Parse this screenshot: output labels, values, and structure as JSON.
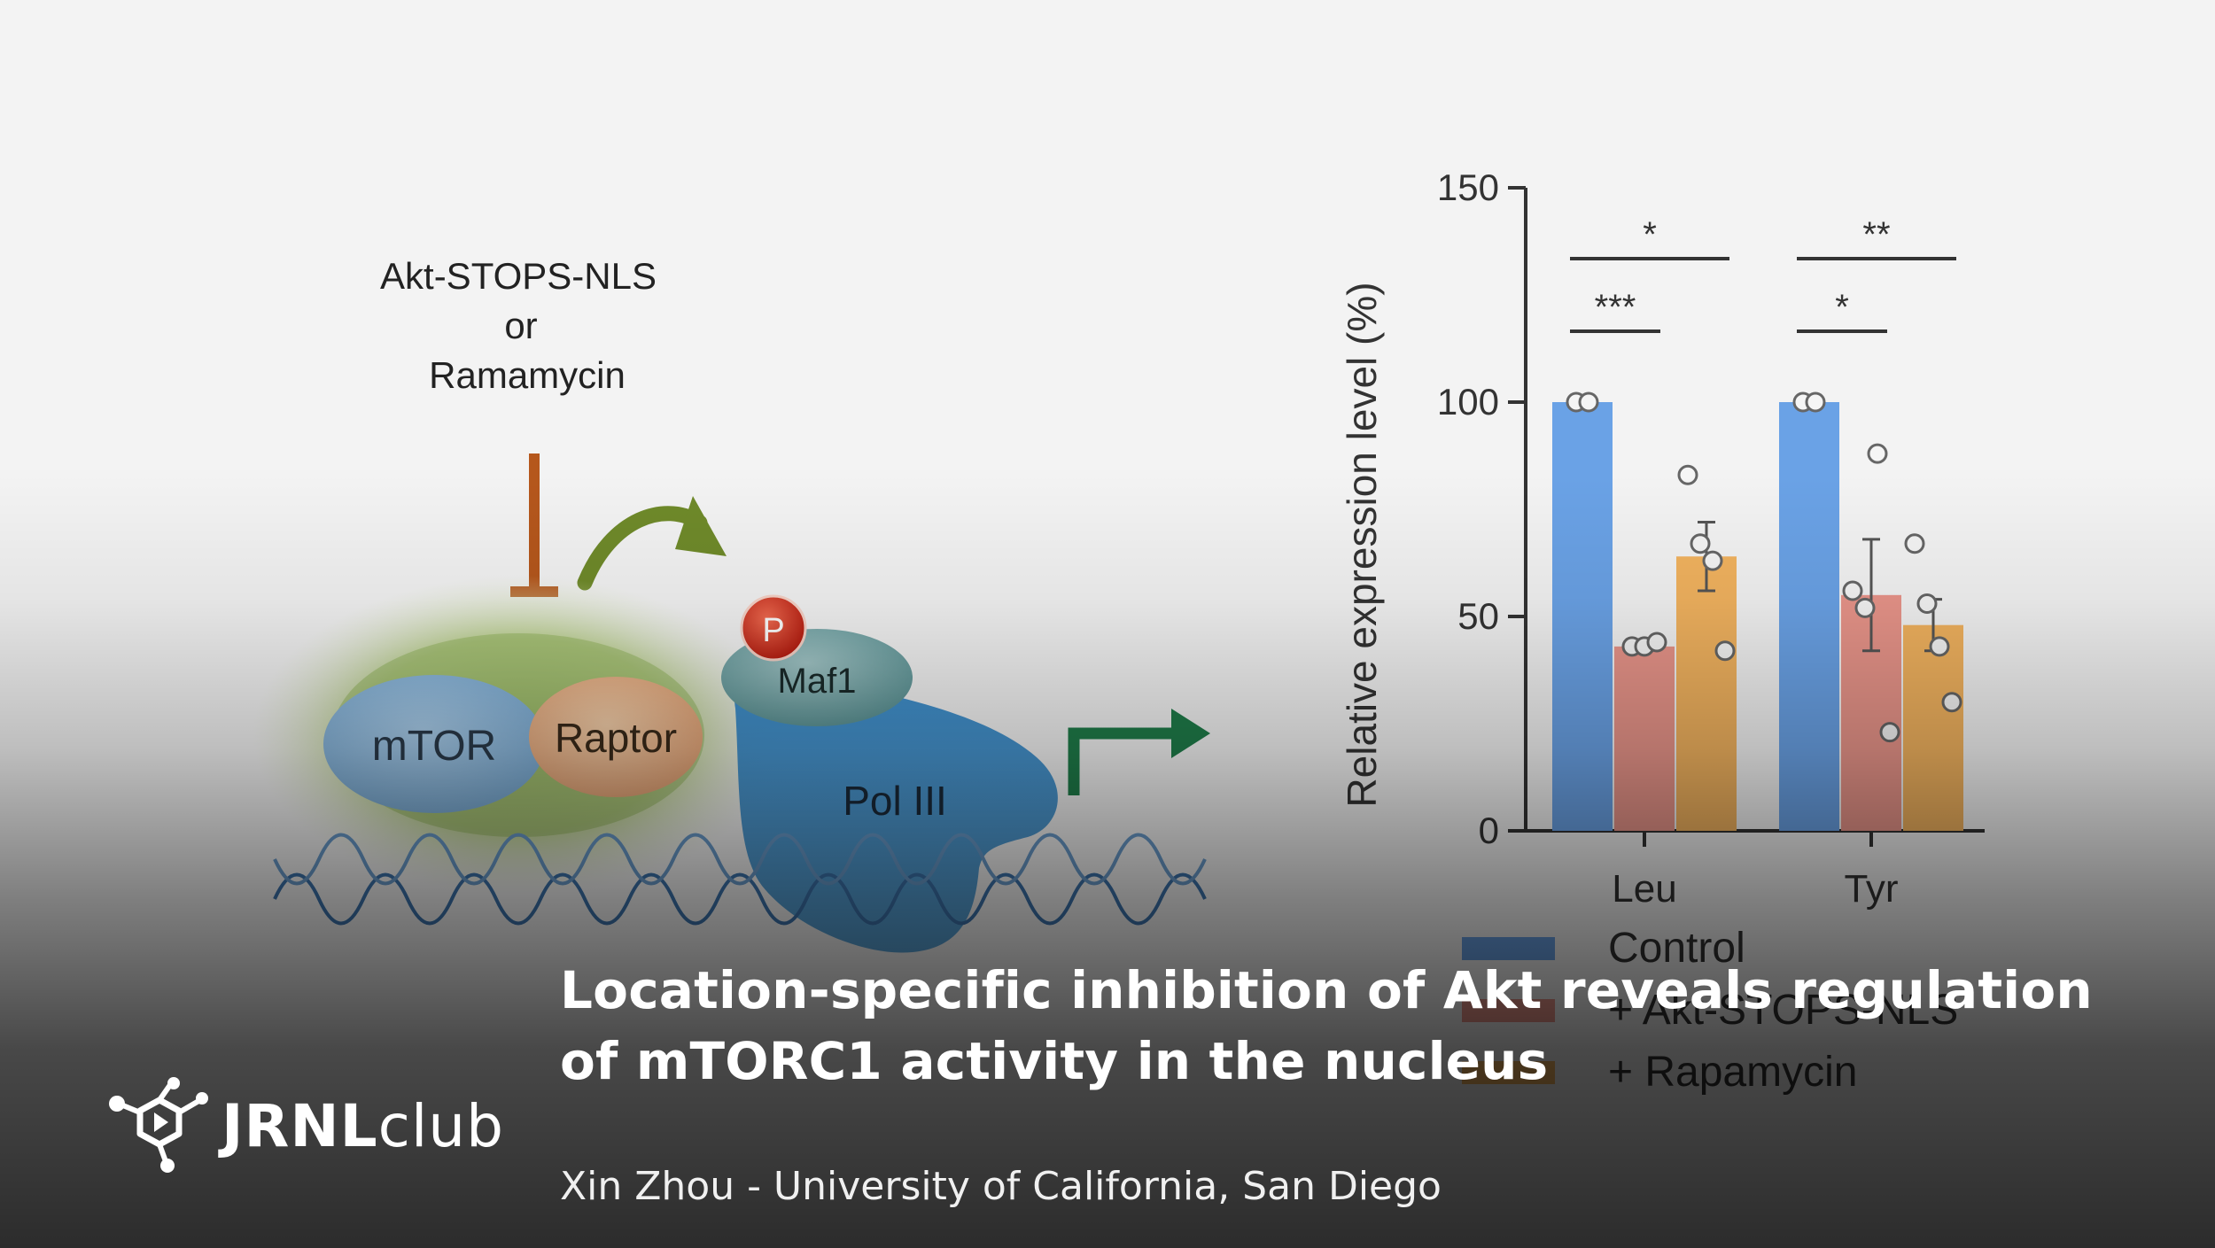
{
  "diagram": {
    "inhibitor_line1": "Akt-STOPS-NLS",
    "inhibitor_line2": "or",
    "inhibitor_line3": "Ramamycin",
    "mtor_label": "mTOR",
    "raptor_label": "Raptor",
    "phospho_label": "P",
    "maf1_label": "Maf1",
    "pol3_label": "Pol III"
  },
  "chart_data": {
    "type": "bar",
    "ylabel": "Relative expression level (%)",
    "ylim": [
      0,
      150
    ],
    "yticks": [
      0,
      50,
      100,
      150
    ],
    "categories": [
      "Leu",
      "Tyr"
    ],
    "series": [
      {
        "name": "Control",
        "color": "#6aa2e6",
        "values": [
          100,
          100
        ],
        "errors": [
          0,
          0
        ],
        "points": [
          [
            100,
            100
          ],
          [
            100,
            100
          ]
        ]
      },
      {
        "name": "+ Akt-STOPS-NLS",
        "color": "#e9958a",
        "values": [
          43,
          55
        ],
        "errors": [
          1,
          13
        ],
        "points": [
          [
            43,
            43,
            44
          ],
          [
            56,
            52,
            88,
            23
          ]
        ]
      },
      {
        "name": "+ Rapamycin",
        "color": "#f2b35f",
        "values": [
          64,
          48
        ],
        "errors": [
          8,
          6
        ],
        "points": [
          [
            83,
            67,
            63,
            42
          ],
          [
            67,
            53,
            43,
            30
          ]
        ]
      }
    ],
    "significance": [
      {
        "category": "Leu",
        "label": "*",
        "level": "upper"
      },
      {
        "category": "Leu",
        "label": "***",
        "level": "lower"
      },
      {
        "category": "Tyr",
        "label": "**",
        "level": "upper"
      },
      {
        "category": "Tyr",
        "label": "*",
        "level": "lower"
      }
    ],
    "legend": [
      "Control",
      "+ Akt-STOPS-NLS",
      "+ Rapamycin"
    ]
  },
  "paper": {
    "title_line1": "Location-specific inhibition of Akt reveals regulation",
    "title_line2": "of mTORC1 activity in the nucleus",
    "author": "Xin Zhou - University of California, San Diego"
  },
  "brand": {
    "name_bold": "JRNL",
    "name_light": "club"
  },
  "colors": {
    "control": "#6aa2e6",
    "akt": "#e9958a",
    "rapamycin": "#f2b35f",
    "inhibitor": "#b5571c",
    "activation_arrow": "#6f8a2a",
    "transcription_arrow": "#1f7d4a",
    "phospho": "#c62a1a"
  }
}
